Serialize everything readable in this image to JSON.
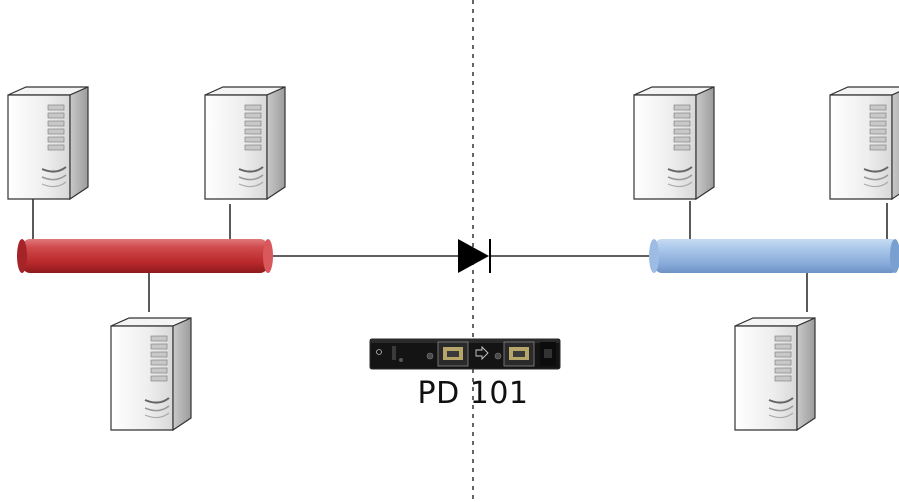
{
  "device": {
    "label": "PD 101"
  },
  "colors": {
    "red_network": "#c0393c",
    "blue_network": "#8fb2de",
    "server_body": "#e6e6e6",
    "line": "#000000",
    "device_panel": "#151515"
  },
  "servers": [
    {
      "network": "red"
    },
    {
      "network": "red"
    },
    {
      "network": "red"
    },
    {
      "network": "blue"
    },
    {
      "network": "blue"
    },
    {
      "network": "blue"
    }
  ]
}
